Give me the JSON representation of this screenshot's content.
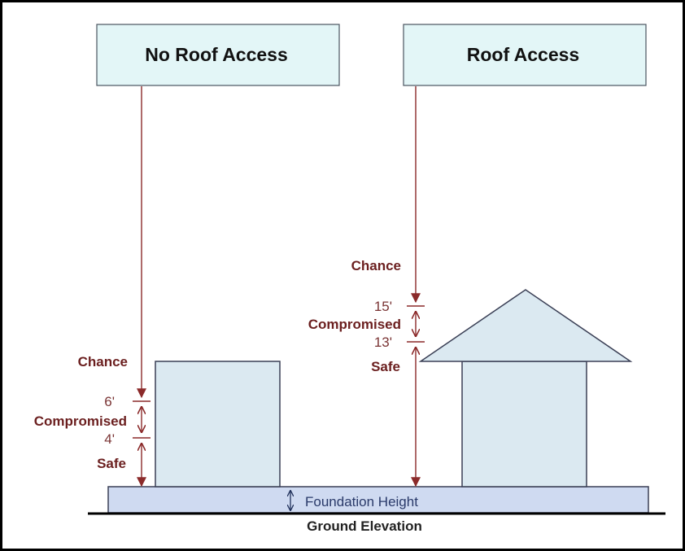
{
  "left_panel": {
    "title": "No Roof Access",
    "chance_label": "Chance",
    "upper_threshold": "6'",
    "compromised_label": "Compromised",
    "lower_threshold": "4'",
    "safe_label": "Safe"
  },
  "right_panel": {
    "title": "Roof Access",
    "chance_label": "Chance",
    "upper_threshold": "15'",
    "compromised_label": "Compromised",
    "lower_threshold": "13'",
    "safe_label": "Safe"
  },
  "foundation_label": "Foundation Height",
  "ground_label": "Ground Elevation",
  "colors": {
    "header_fill": "#e3f6f7",
    "building_fill": "#dbe9f1",
    "foundation_fill": "#cfdaf1",
    "arrow": "#8b2a2a",
    "label": "#6b1f1f"
  }
}
